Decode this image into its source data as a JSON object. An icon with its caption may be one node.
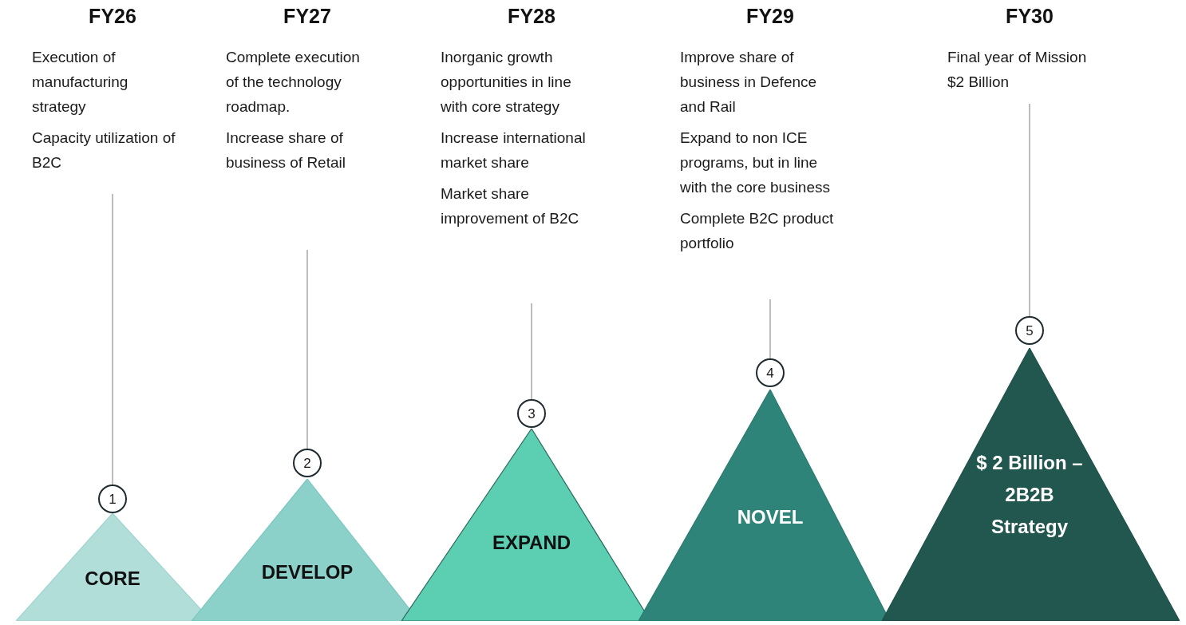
{
  "diagram": {
    "nodes": [
      {
        "text": [
          "FY26",
          "Execution of manufacturing strategy",
          "Capacity utilization of B2C"
        ]
      },
      {
        "text": [
          "1"
        ]
      },
      {
        "text": [
          "CORE"
        ]
      },
      {
        "text": [
          "FY27",
          "Complete execution of the technology roadmap.",
          "Increase share of business of Retail"
        ]
      },
      {
        "text": [
          "2"
        ]
      },
      {
        "text": [
          "DEVELOP"
        ]
      },
      {
        "text": [
          "FY28",
          "Inorganic growth opportunities in line with core strategy",
          "Increase international market share",
          "Market share improvement of B2C"
        ]
      },
      {
        "text": [
          "3"
        ]
      },
      {
        "text": [
          "EXPAND"
        ]
      },
      {
        "text": [
          "FY29",
          "Improve share of business in Defence and Rail",
          "Expand to non ICE programs, but in line with the core business",
          "Complete B2C product portfolio"
        ]
      },
      {
        "text": [
          "4"
        ]
      },
      {
        "text": [
          "NOVEL"
        ]
      },
      {
        "text": [
          "FY30",
          "Final year of Mission $2 Billion"
        ]
      },
      {
        "text": [
          "5"
        ]
      },
      {
        "text": [
          "$ 2 Billion – 2B2B Strategy"
        ]
      }
    ],
    "edges": [
      {
        "from": 0,
        "to": 1,
        "arrow": "none"
      },
      {
        "from": 3,
        "to": 4,
        "arrow": "none"
      },
      {
        "from": 6,
        "to": 7,
        "arrow": "none"
      },
      {
        "from": 9,
        "to": 10,
        "arrow": "none"
      },
      {
        "from": 12,
        "to": 13,
        "arrow": "none"
      }
    ]
  }
}
